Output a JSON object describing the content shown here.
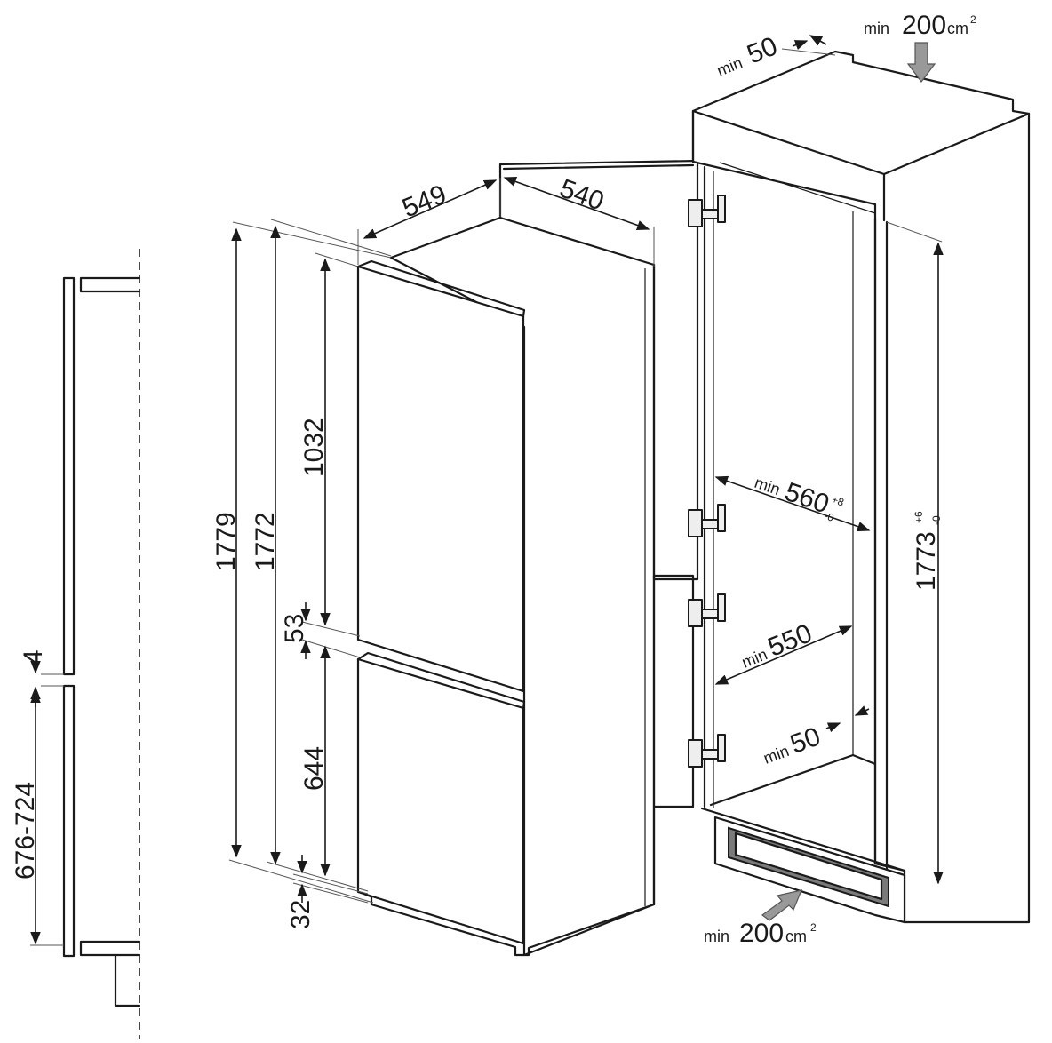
{
  "dimensions": {
    "niche_depth_min": "50",
    "top_vent_value": "200",
    "top_vent_unit": "cm",
    "top_vent_exp": "2",
    "bottom_vent_value": "200",
    "bottom_vent_unit": "cm",
    "bottom_vent_exp": "2",
    "min_label": "min",
    "depth_549": "549",
    "width_540": "540",
    "height_1779": "1779",
    "height_1772": "1772",
    "fridge_door_1032": "1032",
    "gap_53": "53",
    "freezer_door_644": "644",
    "plinth_32": "32",
    "niche_width_value": "560",
    "niche_width_tol_plus": "+8",
    "niche_width_tol_minus": "-0",
    "niche_depth_550": "550",
    "rear_gap_50": "50",
    "niche_height_value": "1773",
    "niche_height_tol_plus": "+6",
    "niche_height_tol_minus": "-0",
    "door_gap_4": "4",
    "door_height_range": "676-724"
  },
  "colors": {
    "line": "#1a1a1a",
    "arrow_fill": "#999999",
    "grille_fill": "#7a7a7a"
  }
}
